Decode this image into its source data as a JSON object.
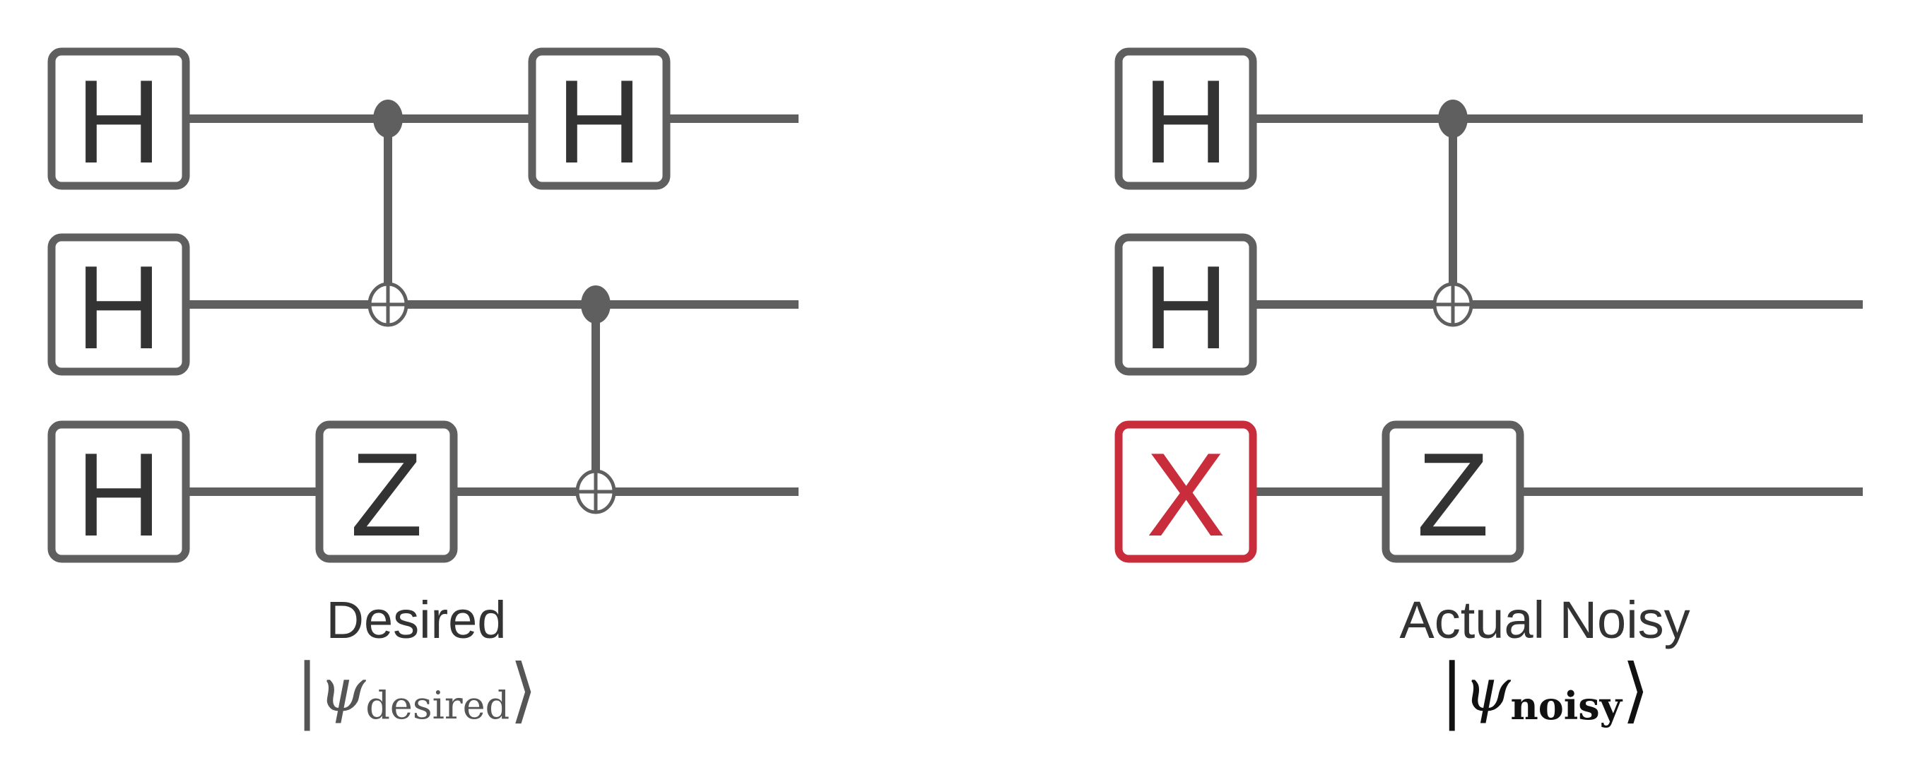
{
  "colors": {
    "wire": "#5f5f5f",
    "text": "#333333",
    "error": "#c92c3a"
  },
  "circuits": [
    {
      "caption": "Desired",
      "ket": {
        "bar": "|",
        "psi": "ψ",
        "sub": "desired",
        "ang": "⟩"
      },
      "ket_color": "#555555",
      "ket_sub_bold": false,
      "gates": [
        {
          "label": "H",
          "qubit": 0,
          "col": 0
        },
        {
          "label": "H",
          "qubit": 1,
          "col": 0
        },
        {
          "label": "H",
          "qubit": 2,
          "col": 0
        },
        {
          "label": "H",
          "qubit": 0,
          "col": 3
        },
        {
          "label": "Z",
          "qubit": 2,
          "col": 2
        }
      ],
      "cnots": [
        {
          "control": 0,
          "target": 1,
          "col": 2.1
        },
        {
          "control": 1,
          "target": 2,
          "col": 3.5
        }
      ]
    },
    {
      "caption": "Actual Noisy",
      "ket": {
        "bar": "|",
        "psi": "ψ",
        "sub": "noisy",
        "ang": "⟩"
      },
      "ket_color": "#111111",
      "ket_sub_bold": true,
      "gates": [
        {
          "label": "H",
          "qubit": 0,
          "col": 0
        },
        {
          "label": "H",
          "qubit": 1,
          "col": 0
        },
        {
          "label": "X",
          "qubit": 2,
          "col": 0,
          "error": true
        },
        {
          "label": "Z",
          "qubit": 2,
          "col": 2
        }
      ],
      "cnots": [
        {
          "control": 0,
          "target": 1,
          "col": 2.1
        }
      ]
    }
  ]
}
